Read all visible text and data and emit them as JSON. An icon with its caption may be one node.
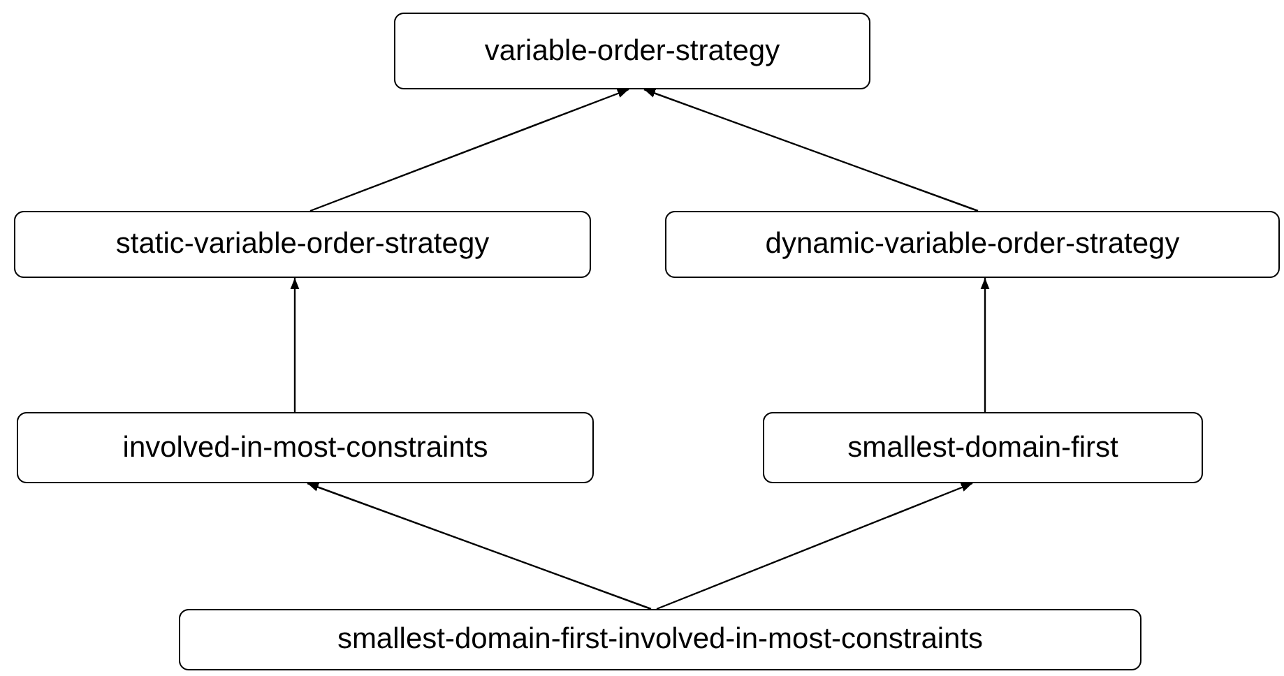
{
  "diagram": {
    "nodes": [
      {
        "text": [
          "variable-order-strategy"
        ]
      },
      {
        "text": [
          "static-variable-order-strategy"
        ]
      },
      {
        "text": [
          "dynamic-variable-order-strategy"
        ]
      },
      {
        "text": [
          "involved-in-most-constraints"
        ]
      },
      {
        "text": [
          "smallest-domain-first"
        ]
      },
      {
        "text": [
          "smallest-domain-first-involved-in-most-constraints"
        ]
      }
    ],
    "edges": [
      {
        "from": 1,
        "to": 0,
        "arrow": "to"
      },
      {
        "from": 2,
        "to": 0,
        "arrow": "to"
      },
      {
        "from": 3,
        "to": 1,
        "arrow": "to"
      },
      {
        "from": 4,
        "to": 2,
        "arrow": "to"
      },
      {
        "from": 5,
        "to": 3,
        "arrow": "to"
      },
      {
        "from": 5,
        "to": 4,
        "arrow": "to"
      }
    ]
  }
}
